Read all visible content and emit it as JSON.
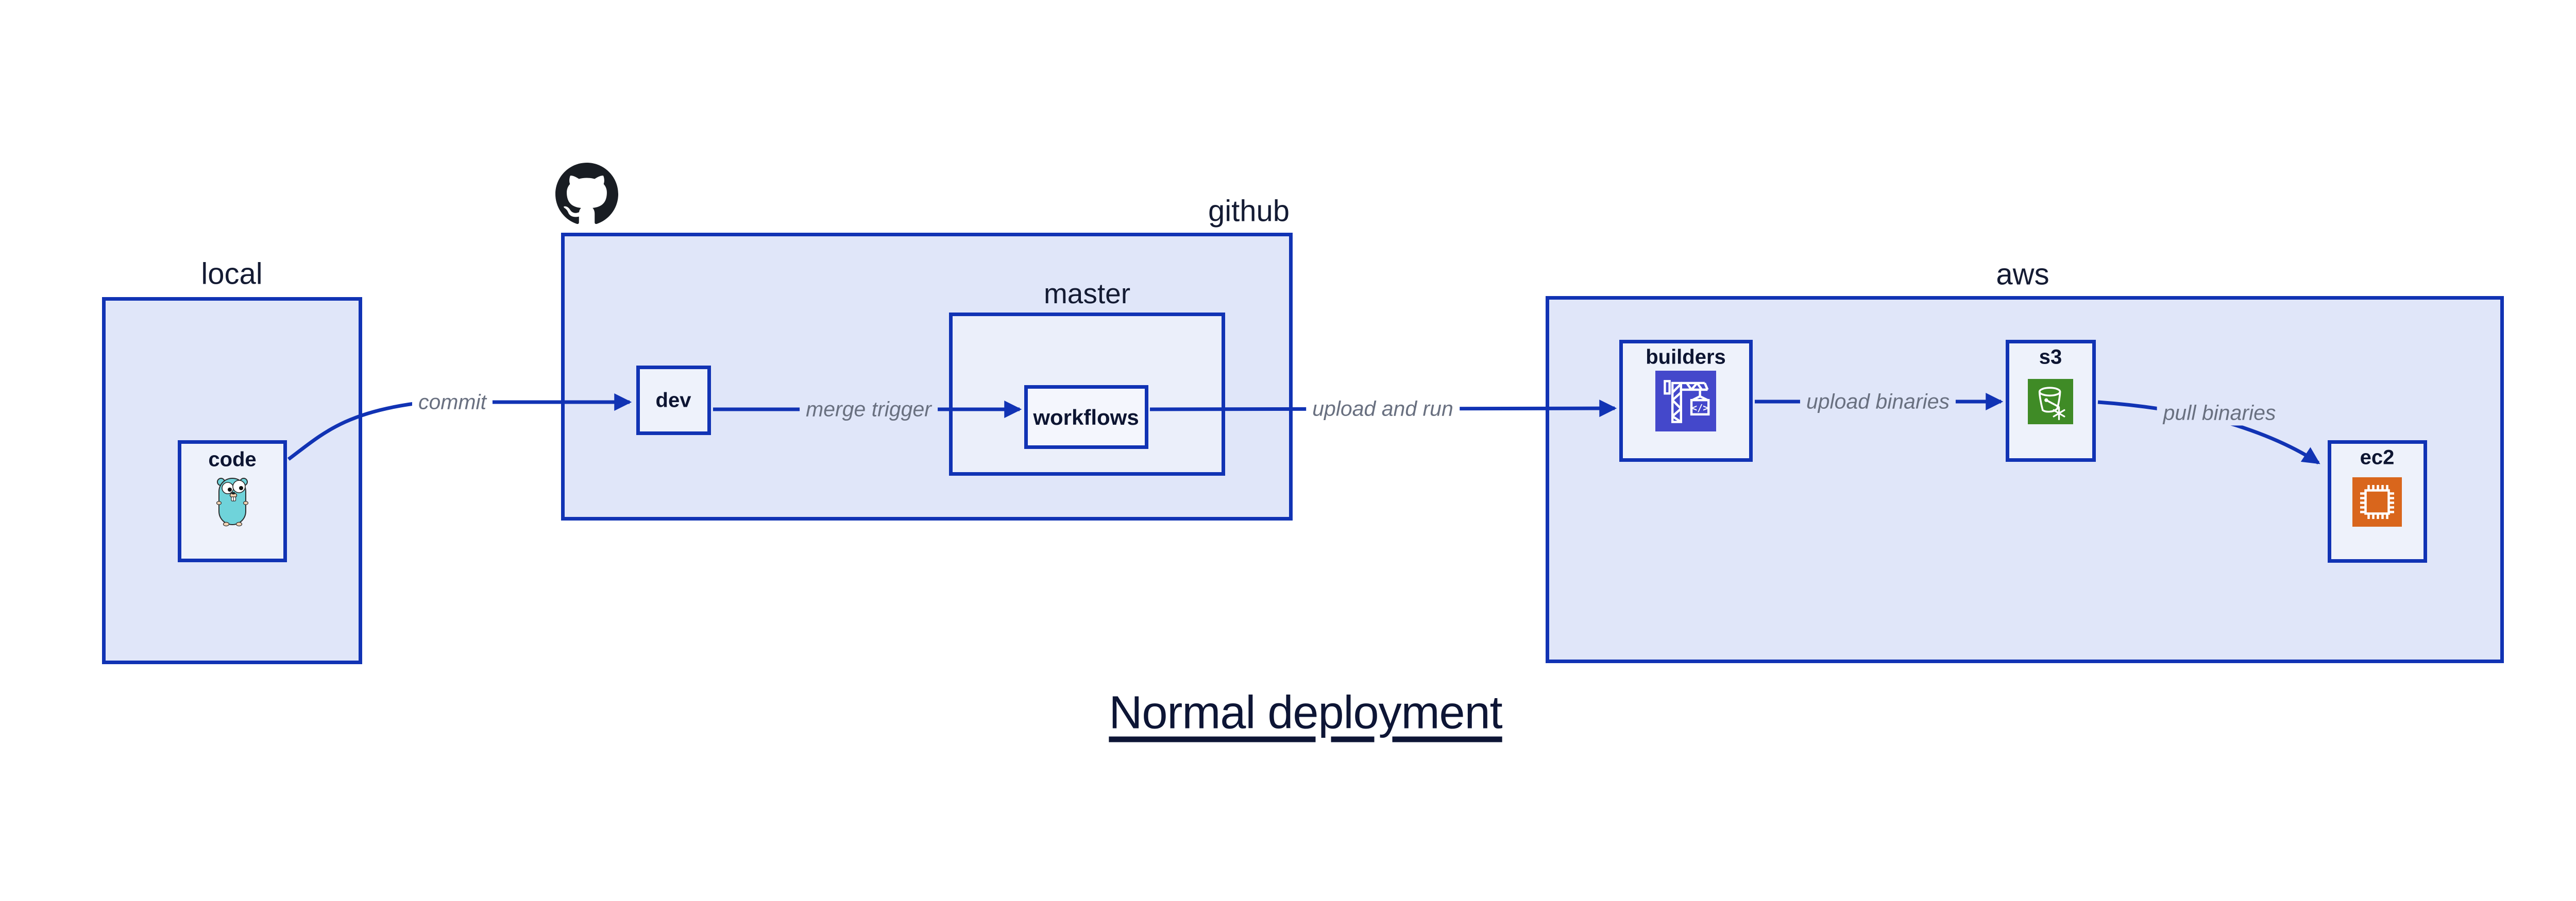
{
  "title": {
    "text": "Normal deployment"
  },
  "groups": {
    "local": {
      "label": "local"
    },
    "github": {
      "label": "github"
    },
    "master": {
      "label": "master"
    },
    "aws": {
      "label": "aws"
    }
  },
  "nodes": {
    "code": {
      "label": "code",
      "icon": "go-gopher-icon"
    },
    "dev": {
      "label": "dev"
    },
    "workflows": {
      "label": "workflows"
    },
    "builders": {
      "label": "builders",
      "icon": "codebuild-crane-icon"
    },
    "s3": {
      "label": "s3",
      "icon": "s3-glacier-bucket-icon"
    },
    "ec2": {
      "label": "ec2",
      "icon": "ec2-chip-icon"
    }
  },
  "edges": [
    {
      "id": "commit",
      "label": "commit",
      "from": "code",
      "to": "dev"
    },
    {
      "id": "merge-trigger",
      "label": "merge trigger",
      "from": "dev",
      "to": "workflows"
    },
    {
      "id": "upload-and-run",
      "label": "upload and run",
      "from": "workflows",
      "to": "builders"
    },
    {
      "id": "upload-binaries",
      "label": "upload binaries",
      "from": "builders",
      "to": "s3"
    },
    {
      "id": "pull-binaries",
      "label": "pull binaries",
      "from": "s3",
      "to": "ec2"
    }
  ],
  "colors": {
    "border_blue": "#1133b4",
    "arrow_blue": "#1133b4",
    "group_fill": "#e0e6f9",
    "node_fill": "#eef2fb",
    "master_fill": "#ebeffa",
    "workflows_fill": "#f4f6fd",
    "edge_label_gray": "#697080",
    "text_dark": "#0d1532",
    "github_mark_black": "#191d23",
    "builders_icon_bg": "#4448cb",
    "s3_icon_bg": "#3f8b26",
    "ec2_icon_bg": "#d9661c",
    "gopher_teal": "#6fd3da"
  }
}
